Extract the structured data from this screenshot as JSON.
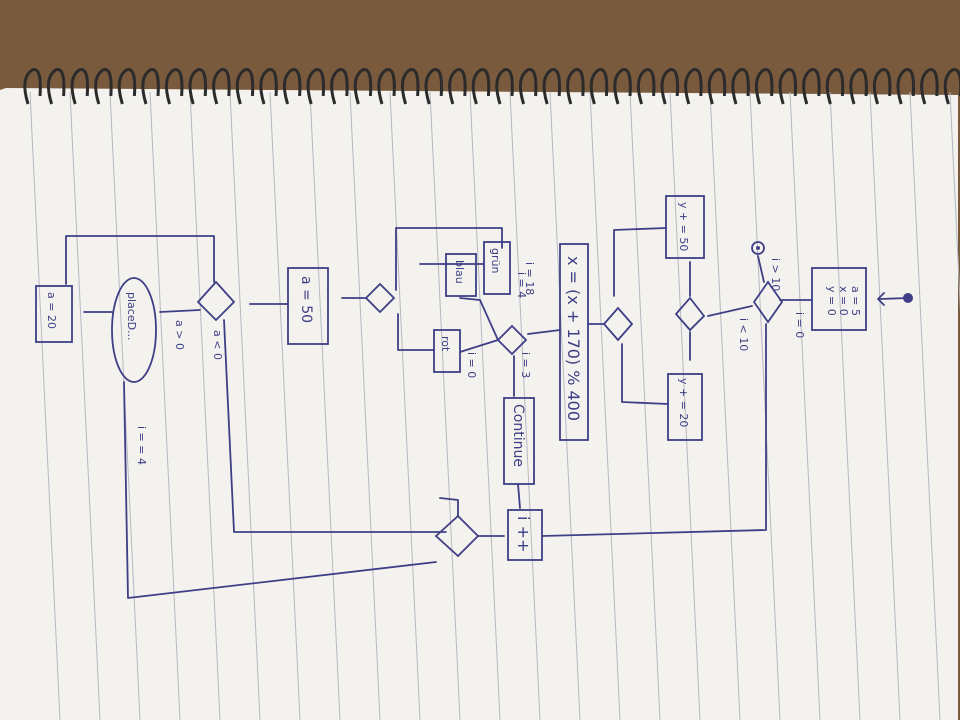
{
  "colors": {
    "table": "#7a5a3c",
    "paper": "#f3f2ee",
    "line": "#b7b7c2",
    "ink": "#3e3f86",
    "ring": "#2b2b2b"
  },
  "flowchart": {
    "init_box": [
      "a = 5",
      "x = 0",
      "y = 0"
    ],
    "init_arrow": "i = 0",
    "loop_out_label": "i > 10",
    "loop_in_label": "i < 10",
    "box_y_plus_50": "y + = 50",
    "box_y_plus_20": "y + = 20",
    "box_x_formula": "x = (x + 170) % 400",
    "labels_branch": [
      "i = 3",
      "i = 4",
      "i = 18",
      "i = 0"
    ],
    "label_true": "true",
    "label_false": "false",
    "box_gruen": "grün",
    "box_blau": "blau",
    "box_rot": "rot",
    "box_continue": "Continue",
    "box_a_eq_50": "a = 50",
    "label_a_gt_0": "a > 0",
    "label_a_lt_0": "a < 0",
    "box_place": "placeD...",
    "box_a_minus_20": "a = 20",
    "label_i_eq_4": "i = = 4",
    "box_i_pp": "i ++"
  }
}
